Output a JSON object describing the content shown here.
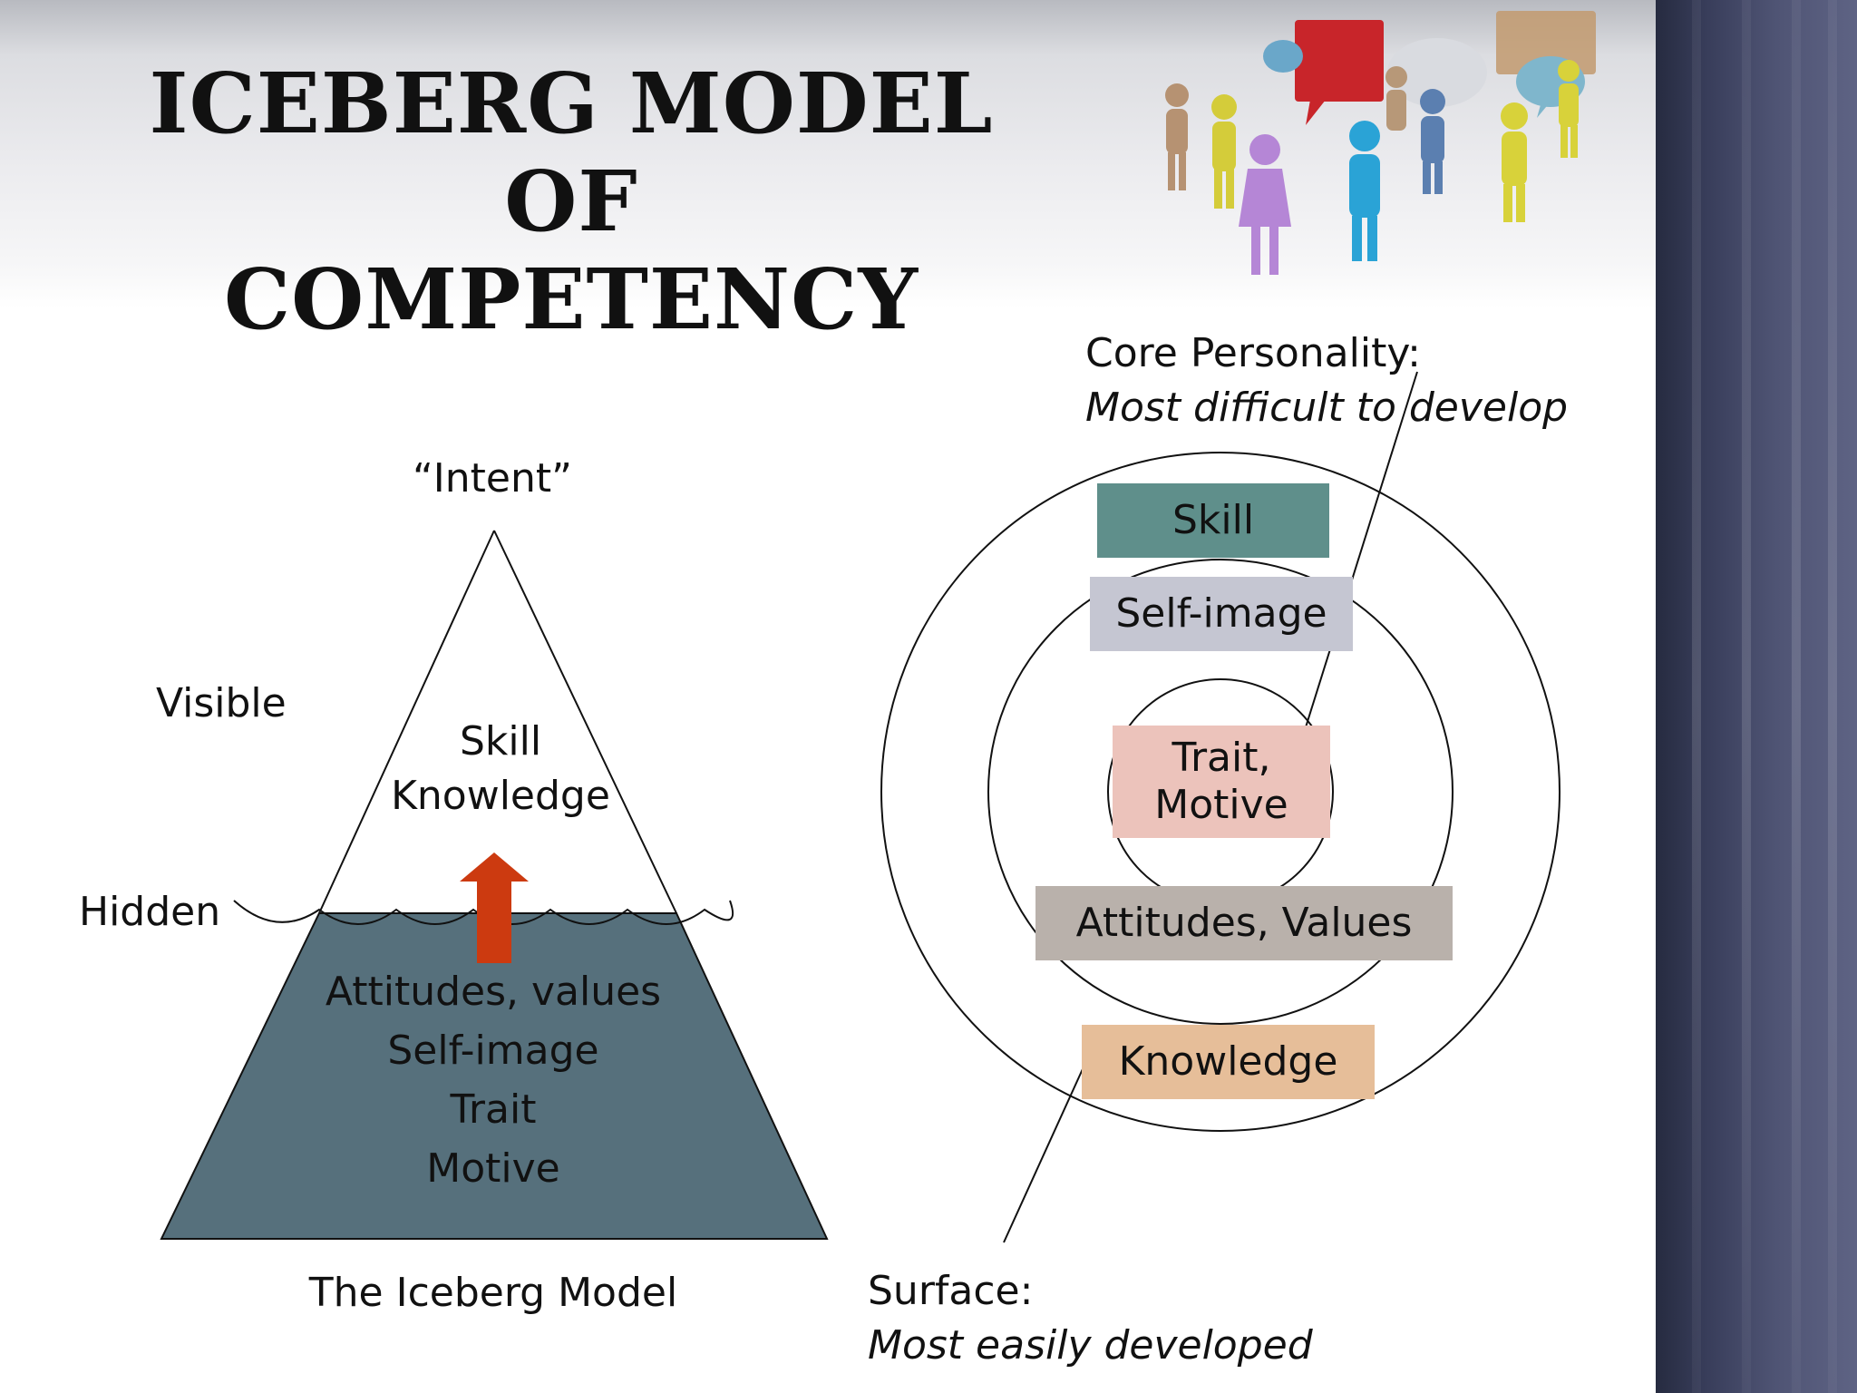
{
  "title": "ICEBERG MODEL  OF COMPETENCY",
  "title_line1": "ICEBERG MODEL  OF",
  "title_line2": "COMPETENCY",
  "iceberg": {
    "intent_label": "“Intent”",
    "visible_label": "Visible",
    "hidden_label": "Hidden",
    "above_items": [
      "Skill",
      "Knowledge"
    ],
    "below_items": [
      "Attitudes, values",
      "Self-image",
      "Trait",
      "Motive"
    ],
    "caption": "The Iceberg Model",
    "colors": {
      "underwater": "#56707c",
      "arrow": "#cc3a10"
    }
  },
  "circles": {
    "core_label": "Core Personality:",
    "core_sublabel": "Most difficult to develop",
    "surface_label": "Surface:",
    "surface_sublabel": "Most easily developed",
    "boxes": {
      "skill": {
        "label": "Skill",
        "color": "#5f8f8b"
      },
      "self_image": {
        "label": "Self-image",
        "color": "#c5c6d2"
      },
      "trait_motive": {
        "label_line1": "Trait,",
        "label_line2": "Motive",
        "color": "#ecc3bb"
      },
      "attitudes": {
        "label": "Attitudes, Values",
        "color": "#b9b1ab"
      },
      "knowledge": {
        "label": "Knowledge",
        "color": "#e6be99"
      }
    }
  }
}
